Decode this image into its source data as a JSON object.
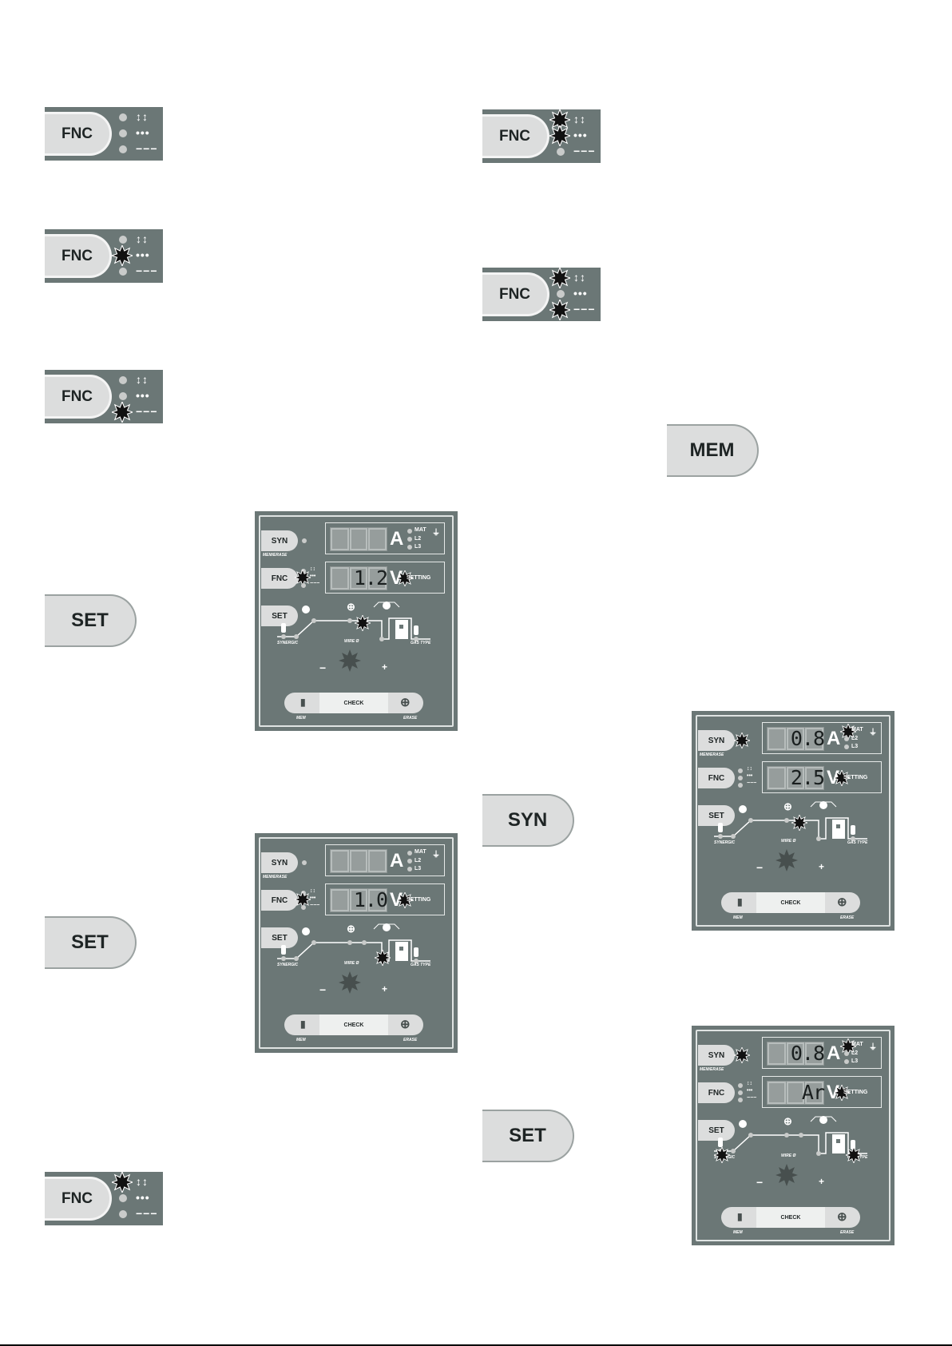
{
  "fnc_panels": [
    {
      "label": "FNC"
    },
    {
      "label": "FNC"
    },
    {
      "label": "FNC"
    },
    {
      "label": "FNC"
    },
    {
      "label": "FNC"
    },
    {
      "label": "FNC"
    }
  ],
  "fnc_symbols": {
    "top": "↕↕",
    "mid": "•••",
    "bot": "−−−"
  },
  "buttons": {
    "set_1": "SET",
    "set_2": "SET",
    "set_3": "SET",
    "mem": "MEM",
    "syn": "SYN"
  },
  "control_panels": [
    {
      "syn": "SYN",
      "fnc": "FNC",
      "set": "SET",
      "mem_erase": "MEM/ERASE",
      "amp_digits": "",
      "volt_digits": "1.2",
      "amp_unit": "A",
      "volt_unit": "V",
      "mat": "MAT",
      "l2": "L2",
      "l3": "L3",
      "setting": "SETTING",
      "synergic": "SYNERGIC",
      "gas_type": "GAS TYPE",
      "wire": "WIRE Ø",
      "check": "CHECK",
      "mem": "MEM",
      "erase": "ERASE",
      "minus": "−",
      "plus": "+"
    },
    {
      "syn": "SYN",
      "fnc": "FNC",
      "set": "SET",
      "mem_erase": "MEM/ERASE",
      "amp_digits": "",
      "volt_digits": "1.0",
      "amp_unit": "A",
      "volt_unit": "V",
      "mat": "MAT",
      "l2": "L2",
      "l3": "L3",
      "setting": "SETTING",
      "synergic": "SYNERGIC",
      "gas_type": "GAS TYPE",
      "wire": "WIRE Ø",
      "check": "CHECK",
      "mem": "MEM",
      "erase": "ERASE",
      "minus": "−",
      "plus": "+"
    },
    {
      "syn": "SYN",
      "fnc": "FNC",
      "set": "SET",
      "mem_erase": "MEM/ERASE",
      "amp_digits": "0.8",
      "volt_digits": "2.5",
      "amp_unit": "A",
      "volt_unit": "V",
      "mat": "MAT",
      "l2": "L2",
      "l3": "L3",
      "setting": "SETTING",
      "synergic": "SYNERGIC",
      "gas_type": "GAS TYPE",
      "wire": "WIRE Ø",
      "check": "CHECK",
      "mem": "MEM",
      "erase": "ERASE",
      "minus": "−",
      "plus": "+"
    },
    {
      "syn": "SYN",
      "fnc": "FNC",
      "set": "SET",
      "mem_erase": "MEM/ERASE",
      "amp_digits": "0.8",
      "volt_digits": "Ar",
      "amp_unit": "A",
      "volt_unit": "V",
      "mat": "MAT",
      "l2": "L2",
      "l3": "L3",
      "setting": "SETTING",
      "synergic": "SYNERGIC",
      "gas_type": "GAS TYPE",
      "wire": "WIRE Ø",
      "check": "CHECK",
      "mem": "MEM",
      "erase": "ERASE",
      "minus": "−",
      "plus": "+"
    }
  ],
  "colors": {
    "panel": "#6b7776",
    "button": "#dcdddd",
    "burst": "#111111"
  }
}
